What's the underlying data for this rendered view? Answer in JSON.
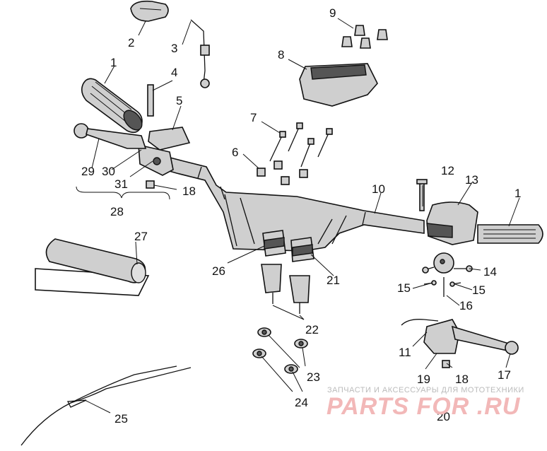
{
  "callouts": [
    "1",
    "2",
    "3",
    "4",
    "5",
    "6",
    "7",
    "8",
    "9",
    "10",
    "11",
    "12",
    "13",
    "14",
    "15",
    "16",
    "17",
    "18",
    "19",
    "20",
    "21",
    "22",
    "23",
    "24",
    "25",
    "26",
    "27",
    "28",
    "29",
    "30",
    "31"
  ],
  "watermark": {
    "tagline": "ЗАПЧАСТИ И АКСЕССУАРЫ ДЛЯ МОТОТЕХНИКИ",
    "brand": "PARTS FOR .RU"
  },
  "colors": {
    "ink": "#111111",
    "part_fill": "#cfcfcf",
    "watermark_brand": "#f2b8b8"
  }
}
